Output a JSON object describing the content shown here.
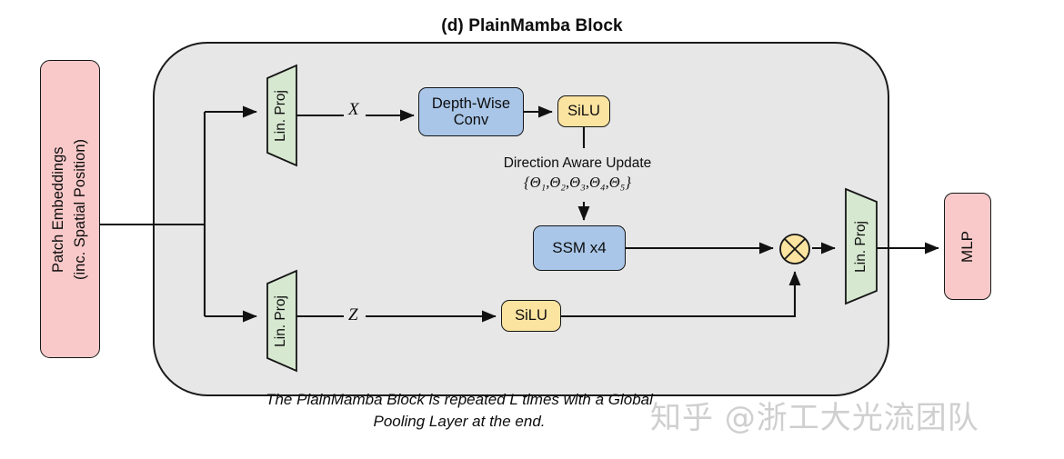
{
  "figure": {
    "title": "(d) PlainMamba Block",
    "caption": "The PlainMamba Block is repeated L times with a Global Pooling Layer  at the end.",
    "watermark": "知乎 @浙工大光流团队"
  },
  "colors": {
    "pink": "#f9c9c9",
    "blue": "#a9c6e8",
    "yellow": "#fbe3a0",
    "green": "#d6e8d0",
    "container_grey": "#e7e7e7",
    "stroke": "#161616",
    "watermark_grey": "#cfcfcf"
  },
  "nodes": {
    "patch_embeddings": {
      "line1": "Patch Embeddings",
      "line2": "(inc. Spatial Position)",
      "shape": "rounded-rect",
      "color": "pink"
    },
    "linproj_top": {
      "label": "Lin. Proj",
      "shape": "trapezoid-expand",
      "color": "green"
    },
    "linproj_bottom": {
      "label": "Lin. Proj",
      "shape": "trapezoid-expand",
      "color": "green"
    },
    "linproj_right": {
      "label": "Lin. Proj",
      "shape": "trapezoid-contract",
      "color": "green"
    },
    "depthwise_conv": {
      "line1": "Depth-Wise",
      "line2": "Conv",
      "shape": "rounded-rect",
      "color": "blue"
    },
    "silu_top": {
      "label": "SiLU",
      "shape": "rounded-rect",
      "color": "yellow"
    },
    "silu_bottom": {
      "label": "SiLU",
      "shape": "rounded-rect",
      "color": "yellow"
    },
    "ssm": {
      "label": "SSM x4",
      "shape": "rounded-rect",
      "color": "blue"
    },
    "multiply": {
      "label": "multiply-operator",
      "glyph": "⊗",
      "shape": "circle",
      "color": "yellow"
    },
    "mlp": {
      "label": "MLP",
      "shape": "rounded-rect",
      "color": "pink"
    }
  },
  "labels": {
    "tensor_x": "X",
    "tensor_z": "Z",
    "direction_title": "Direction Aware Update",
    "direction_params": "{Θ₁,Θ₂,Θ₃,Θ₄,Θ₅}",
    "theta_indices": [
      "1",
      "2",
      "3",
      "4",
      "5"
    ]
  },
  "edges": [
    {
      "from": "patch_embeddings",
      "to": "branch-point"
    },
    {
      "from": "branch-point",
      "to": "linproj_top"
    },
    {
      "from": "branch-point",
      "to": "linproj_bottom"
    },
    {
      "from": "linproj_top",
      "to": "depthwise_conv",
      "label": "X"
    },
    {
      "from": "depthwise_conv",
      "to": "silu_top"
    },
    {
      "from": "silu_top",
      "to": "ssm"
    },
    {
      "from": "ssm",
      "to": "multiply"
    },
    {
      "from": "linproj_bottom",
      "to": "silu_bottom",
      "label": "Z"
    },
    {
      "from": "silu_bottom",
      "to": "multiply"
    },
    {
      "from": "multiply",
      "to": "linproj_right"
    },
    {
      "from": "linproj_right",
      "to": "mlp"
    }
  ]
}
